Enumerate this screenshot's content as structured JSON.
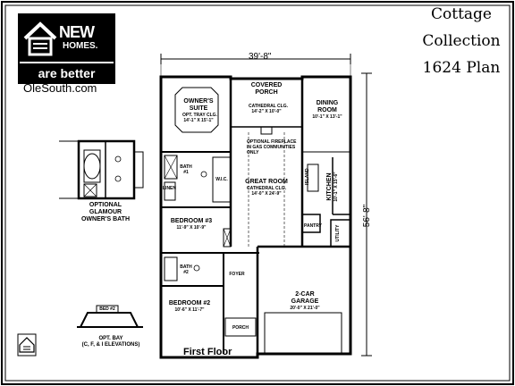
{
  "brand": {
    "logo_line1": "NEW",
    "logo_line2": "HOMES.",
    "logo_line3": "are better",
    "website": "OleSouth.com"
  },
  "title": {
    "line1": "Cottage",
    "line2": "Collection",
    "line3": "1624 Plan"
  },
  "dimensions": {
    "width": "39'-8\"",
    "depth": "56'-8\""
  },
  "rooms": {
    "owners_suite": {
      "name": "OWNER'S",
      "name2": "SUITE",
      "note": "OPT. TRAY CLG.",
      "size": "14'-1\" X 15'-1\""
    },
    "covered_porch": {
      "name": "COVERED",
      "name2": "PORCH",
      "note": "CATHEDRAL CLG.",
      "size": "14'-2\" X 10'-0\""
    },
    "dining_room": {
      "name": "DINING",
      "name2": "ROOM",
      "size": "10'-1\" X 13'-1\""
    },
    "fireplace_note": {
      "line1": "OPTIONAL FIREPLACE",
      "line2": "IN GAS COMMUNITIES",
      "line3": "ONLY"
    },
    "great_room": {
      "name": "GREAT ROOM",
      "note": "CATHEDRAL CLG.",
      "size": "14'-0\" X 24'-9\""
    },
    "bath1": {
      "name": "BATH",
      "num": "#1"
    },
    "wic": {
      "name": "W.I.C."
    },
    "linen": {
      "name": "LINEN"
    },
    "island": {
      "name": "ISLAND"
    },
    "kitchen": {
      "name": "KITCHEN",
      "size": "10'-1\" X 15'-6\""
    },
    "pantry": {
      "name": "PANTRY"
    },
    "utility": {
      "name": "UTILITY"
    },
    "bedroom3": {
      "name": "BEDROOM #3",
      "size": "11'-9\" X 10'-9\""
    },
    "bath2": {
      "name": "BATH",
      "num": "#2"
    },
    "foyer": {
      "name": "FOYER"
    },
    "garage": {
      "name": "2-CAR",
      "name2": "GARAGE",
      "size": "20'-0\" X 21'-0\""
    },
    "bedroom2": {
      "name": "BEDROOM #2",
      "size": "10'-6\" X 11'-7\""
    },
    "porch": {
      "name": "PORCH"
    }
  },
  "options": {
    "glamour_bath": {
      "line1": "OPTIONAL",
      "line2": "GLAMOUR",
      "line3": "OWNER'S BATH"
    },
    "bay": {
      "bay_label": "BED #2",
      "line1": "OPT. BAY",
      "line2": "(C, F, & I ELEVATIONS)"
    }
  },
  "floor_label": "First Floor",
  "colors": {
    "line": "#000000",
    "background": "#ffffff",
    "wall_fill": "#000000"
  }
}
